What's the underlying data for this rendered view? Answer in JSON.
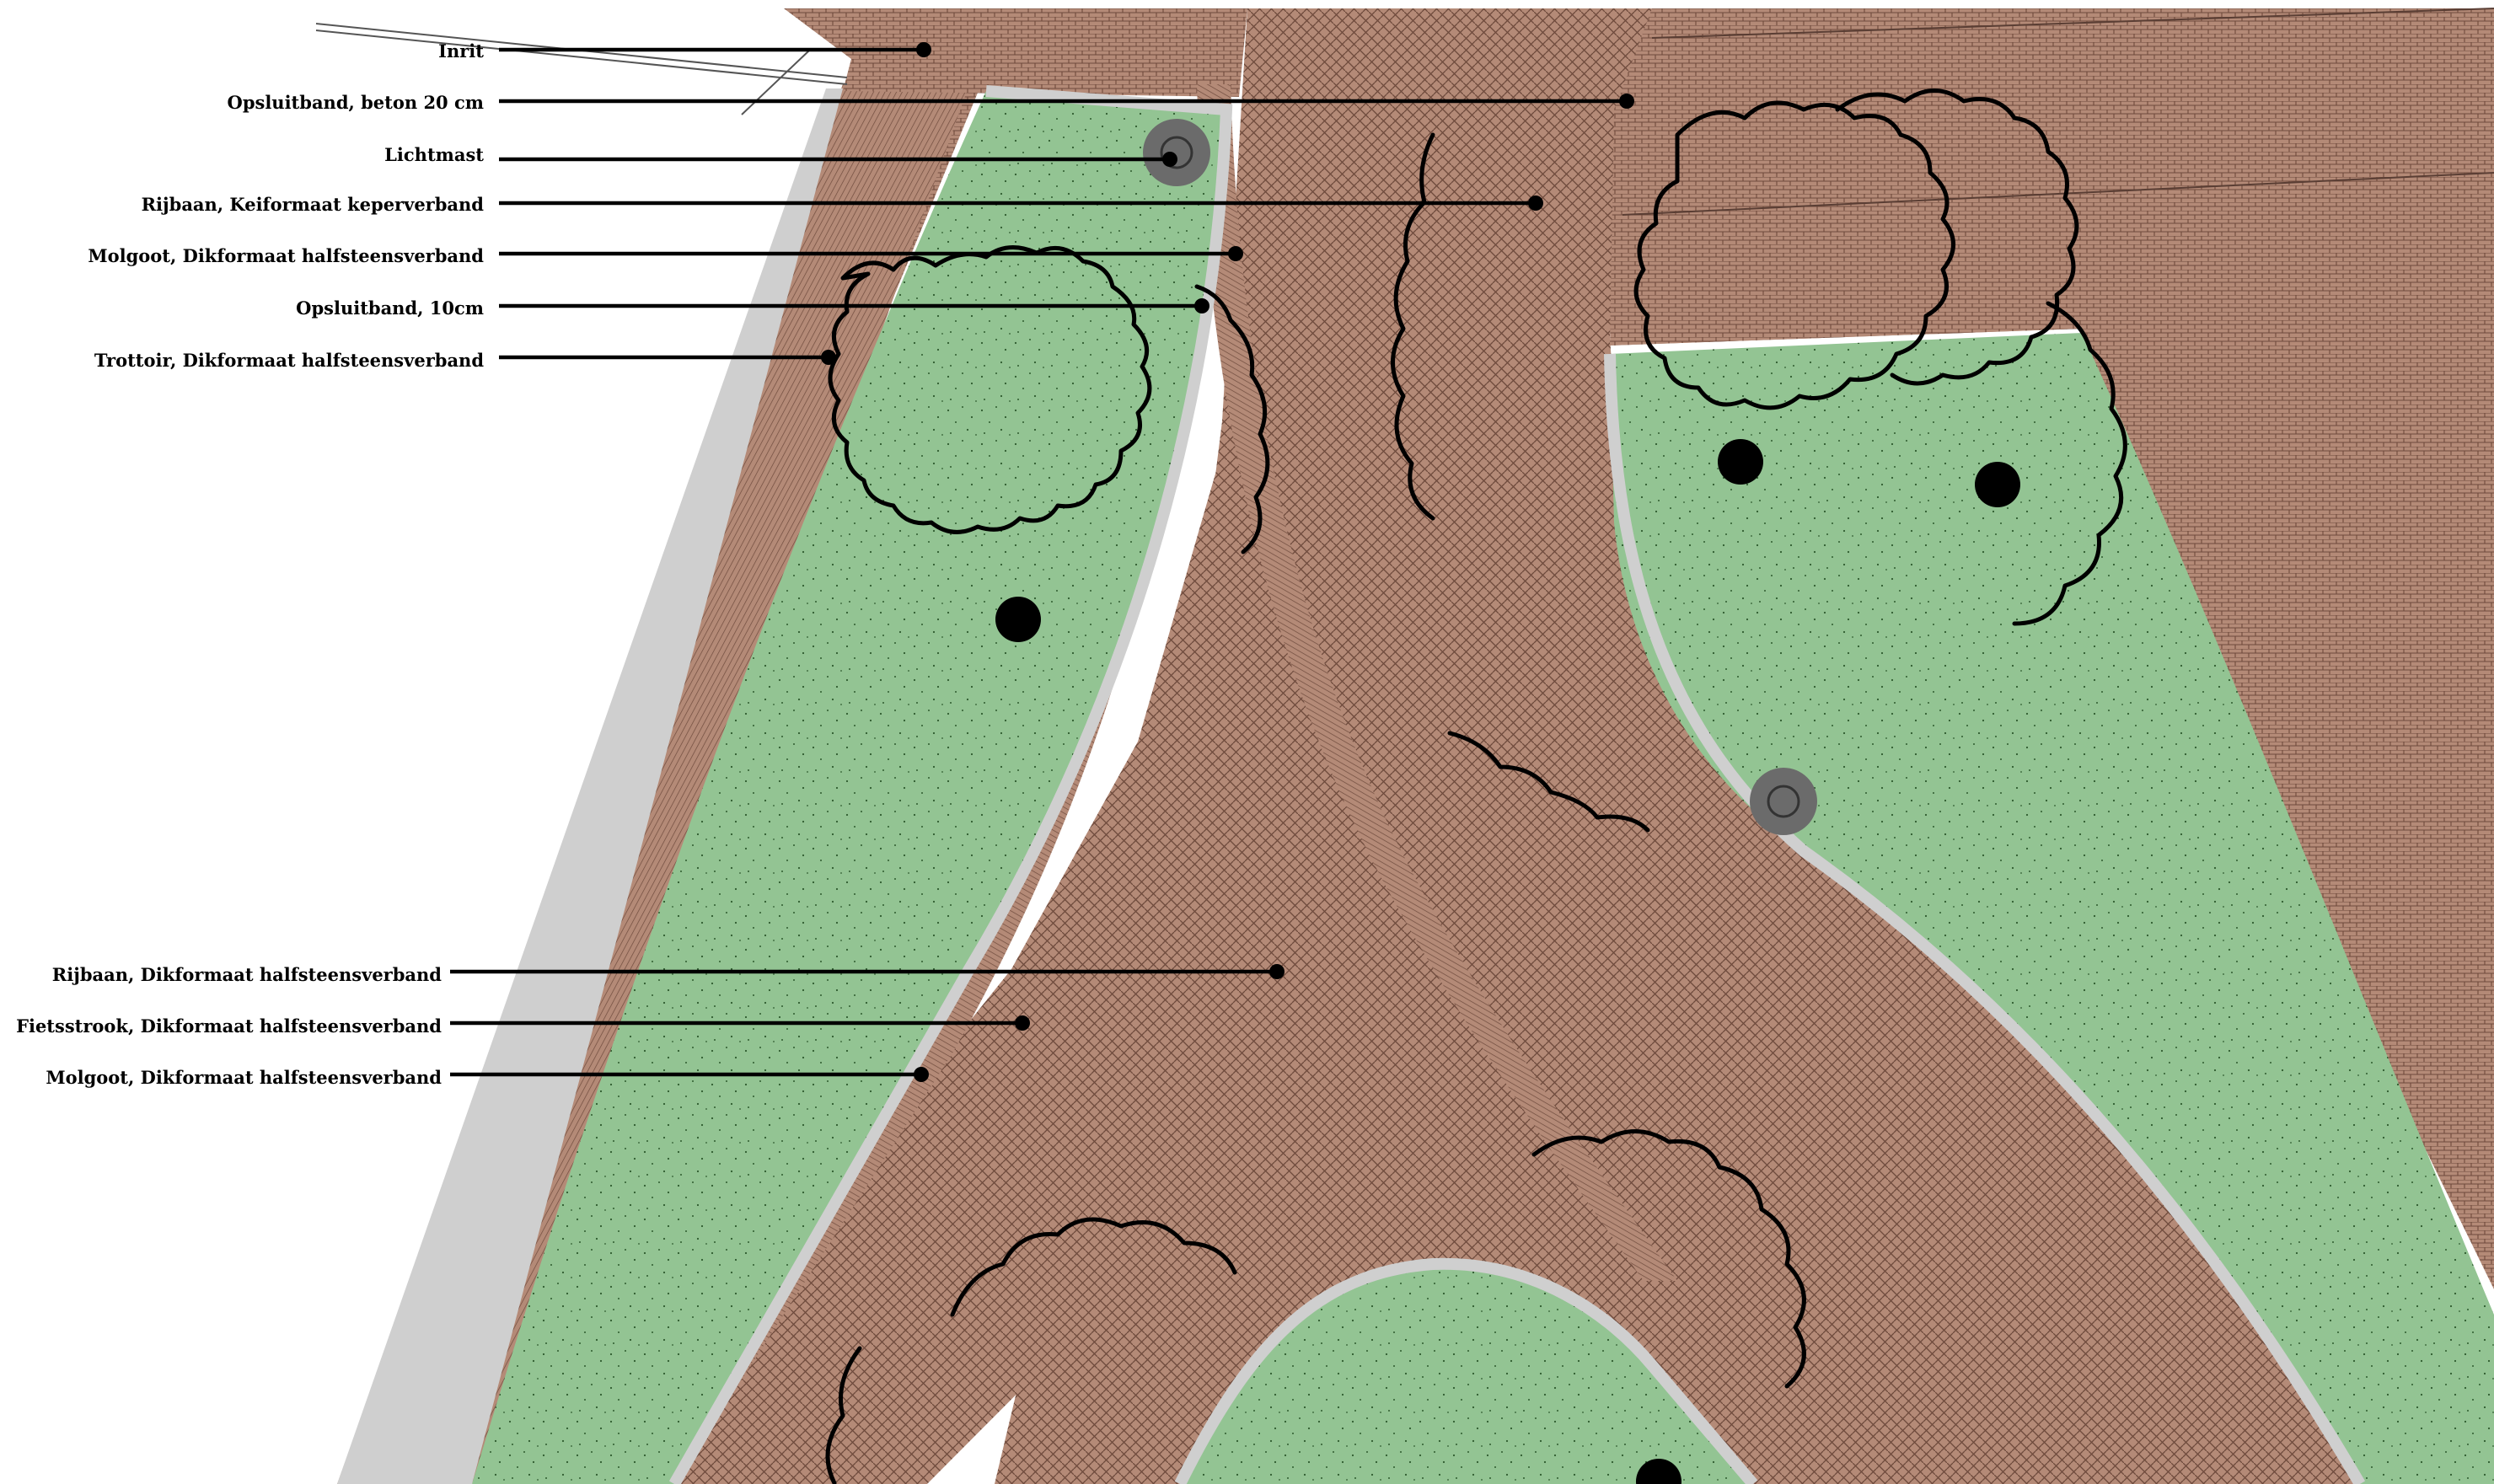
{
  "drawing": {
    "colors": {
      "grass": "#93c493",
      "paving": "#b48a77",
      "paving_dark": "#6e4a3c",
      "curb": "#cfcfcf",
      "lamp": "#6b6b6b",
      "ink": "#000000"
    },
    "icons": [
      "tree-trunk-icon",
      "light-mast-icon",
      "tree-canopy-icon"
    ]
  },
  "labels_top": [
    {
      "text": "Inrit"
    },
    {
      "text": "Opsluitband, beton 20 cm"
    },
    {
      "text": "Lichtmast"
    },
    {
      "text": "Rijbaan, Keiformaat keperverband"
    },
    {
      "text": "Molgoot, Dikformaat halfsteensverband"
    },
    {
      "text": "Opsluitband, 10cm"
    },
    {
      "text": "Trottoir, Dikformaat halfsteensverband"
    }
  ],
  "labels_bottom": [
    {
      "text": "Rijbaan, Dikformaat halfsteensverband"
    },
    {
      "text": "Fietsstrook, Dikformaat halfsteensverband"
    },
    {
      "text": "Molgoot, Dikformaat halfsteensverband"
    }
  ]
}
